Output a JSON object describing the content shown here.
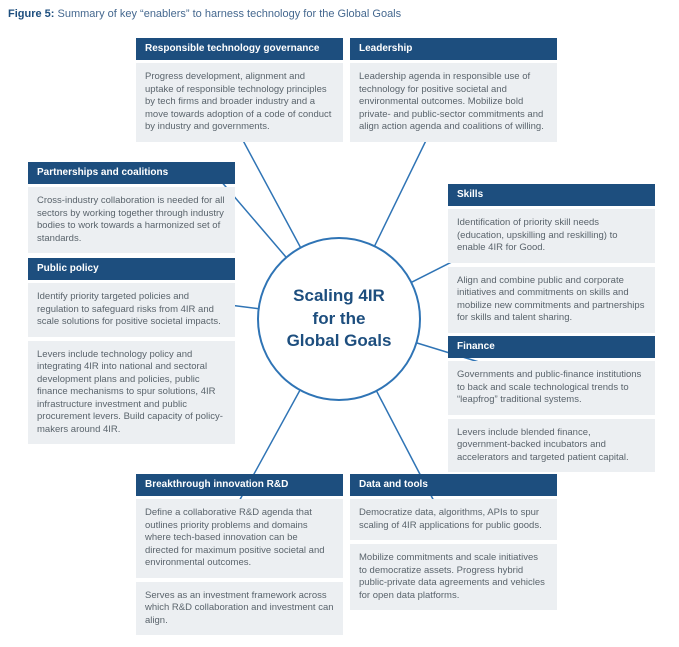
{
  "figure": {
    "label": "Figure 5:",
    "caption": "Summary of key “enablers” to harness technology for the Global Goals"
  },
  "center": {
    "title": "Scaling 4IR for the Global Goals",
    "title_lines": [
      "Scaling 4IR",
      "for the",
      "Global Goals"
    ]
  },
  "colors": {
    "header_bg": "#1d4e7e",
    "body_bg": "#eceff2",
    "accent_blue": "#2f74b5",
    "body_text": "#5a646c"
  },
  "boxes": [
    {
      "title": "Responsible technology governance",
      "paragraphs": [
        "Progress development, alignment and uptake of responsible technology principles by tech firms and broader industry and a move towards adoption of a code of conduct by industry and governments."
      ]
    },
    {
      "title": "Leadership",
      "paragraphs": [
        "Leadership agenda in responsible use of technology for positive societal and environmental outcomes. Mobilize bold private- and public-sector commitments and align action agenda and coalitions of willing."
      ]
    },
    {
      "title": "Partnerships and coalitions",
      "paragraphs": [
        "Cross-industry collaboration is needed for all sectors by working together through industry bodies to work towards a harmonized set of standards."
      ]
    },
    {
      "title": "Skills",
      "paragraphs": [
        "Identification of priority skill needs (education, upskilling and reskilling) to enable 4IR for Good.",
        "Align and combine public and corporate initiatives and commitments on skills and mobilize new commitments and partnerships for skills and talent sharing."
      ]
    },
    {
      "title": "Public policy",
      "paragraphs": [
        "Identify priority targeted policies and regulation to safeguard risks from 4IR and scale solutions for positive societal impacts.",
        "Levers include technology policy and integrating 4IR into national and sectoral development plans and policies, public finance mechanisms to spur solutions, 4IR infrastructure investment and public procurement levers. Build capacity of policy-makers around 4IR."
      ]
    },
    {
      "title": "Finance",
      "paragraphs": [
        "Governments and public-finance institutions to back and scale technological trends to “leapfrog” traditional systems.",
        "Levers include blended finance, government-backed incubators and accelerators and targeted patient capital."
      ]
    },
    {
      "title": "Breakthrough innovation R&D",
      "paragraphs": [
        "Define a collaborative R&D agenda that outlines priority problems and domains where tech-based innovation can be directed for maximum positive societal and environmental outcomes.",
        "Serves as an investment framework across which R&D collaboration and investment can align."
      ]
    },
    {
      "title": "Data and tools",
      "paragraphs": [
        "Democratize data, algorithms, APIs to spur scaling of 4IR applications for public goods.",
        "Mobilize commitments and scale initiatives to democratize assets. Progress hybrid public-private data agreements and vehicles for open data platforms."
      ]
    }
  ]
}
